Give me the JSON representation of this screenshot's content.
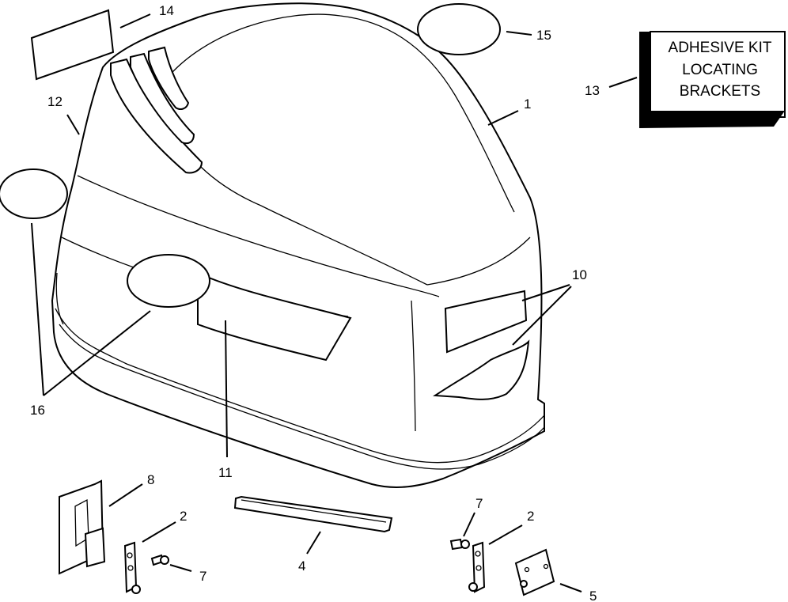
{
  "kit_box": {
    "lines": [
      "ADHESIVE KIT",
      "LOCATING",
      "BRACKETS"
    ]
  },
  "callouts": [
    {
      "id": "1",
      "text": "1"
    },
    {
      "id": "2a",
      "text": "2"
    },
    {
      "id": "2b",
      "text": "2"
    },
    {
      "id": "4",
      "text": "4"
    },
    {
      "id": "5",
      "text": "5"
    },
    {
      "id": "7a",
      "text": "7"
    },
    {
      "id": "7b",
      "text": "7"
    },
    {
      "id": "8",
      "text": "8"
    },
    {
      "id": "10",
      "text": "10"
    },
    {
      "id": "11",
      "text": "11"
    },
    {
      "id": "12",
      "text": "12"
    },
    {
      "id": "13",
      "text": "13"
    },
    {
      "id": "14",
      "text": "14"
    },
    {
      "id": "15",
      "text": "15"
    },
    {
      "id": "16",
      "text": "16"
    }
  ]
}
